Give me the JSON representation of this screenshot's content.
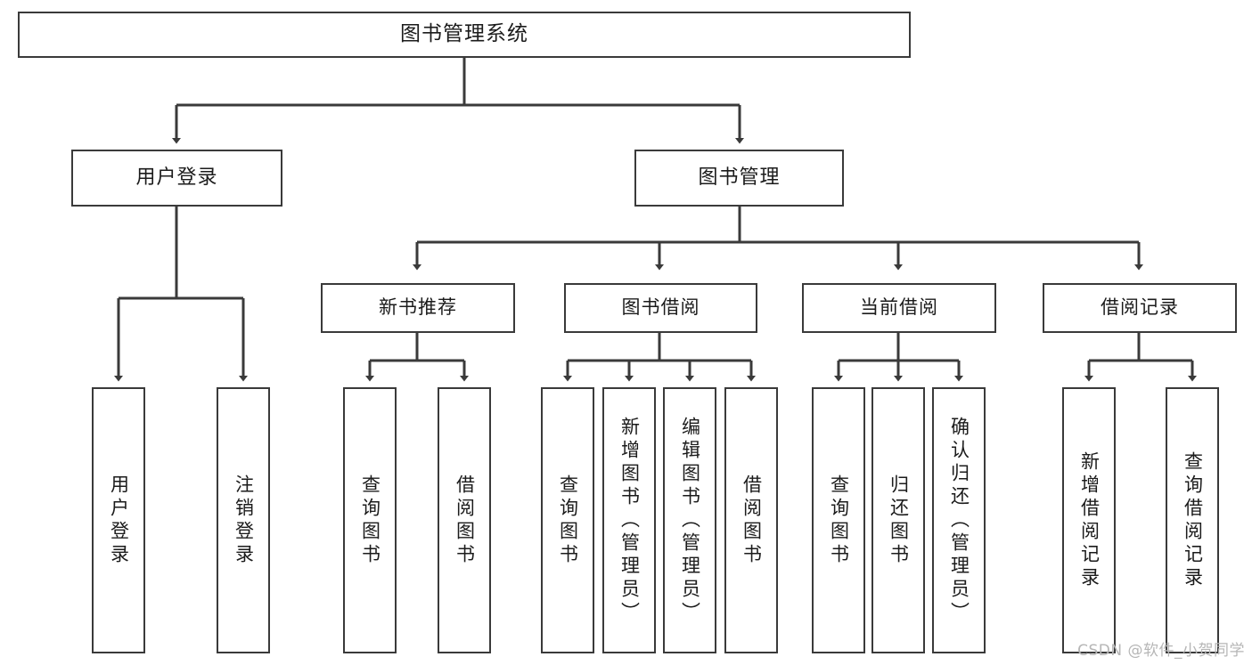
{
  "diagram": {
    "title": "图书管理系统",
    "type": "tree-hierarchy-chart",
    "colors": {
      "box_border": "#3a3a3a",
      "box_fill": "#ffffff",
      "connector": "#3a3a3a",
      "text": "#1b1b1b",
      "watermark": "#b6b6b6",
      "background": "#ffffff"
    },
    "root": {
      "label": "图书管理系统"
    },
    "level1": [
      {
        "label": "用户登录"
      },
      {
        "label": "图书管理"
      }
    ],
    "level2": [
      {
        "label": "新书推荐"
      },
      {
        "label": "图书借阅"
      },
      {
        "label": "当前借阅"
      },
      {
        "label": "借阅记录"
      }
    ],
    "leaves": {
      "user_login": [
        {
          "label": "用户登录"
        },
        {
          "label": "注销登录"
        }
      ],
      "new_book_recommend": [
        {
          "label": "查询图书"
        },
        {
          "label": "借阅图书"
        }
      ],
      "book_borrow": [
        {
          "label": "查询图书"
        },
        {
          "label": "新增图书（管理员）"
        },
        {
          "label": "编辑图书（管理员）"
        },
        {
          "label": "借阅图书"
        }
      ],
      "current_borrow": [
        {
          "label": "查询图书"
        },
        {
          "label": "归还图书"
        },
        {
          "label": "确认归还（管理员）"
        }
      ],
      "borrow_record": [
        {
          "label": "新增借阅记录"
        },
        {
          "label": "查询借阅记录"
        }
      ]
    }
  },
  "watermark": {
    "text": "CSDN @软件_小贺同学"
  }
}
